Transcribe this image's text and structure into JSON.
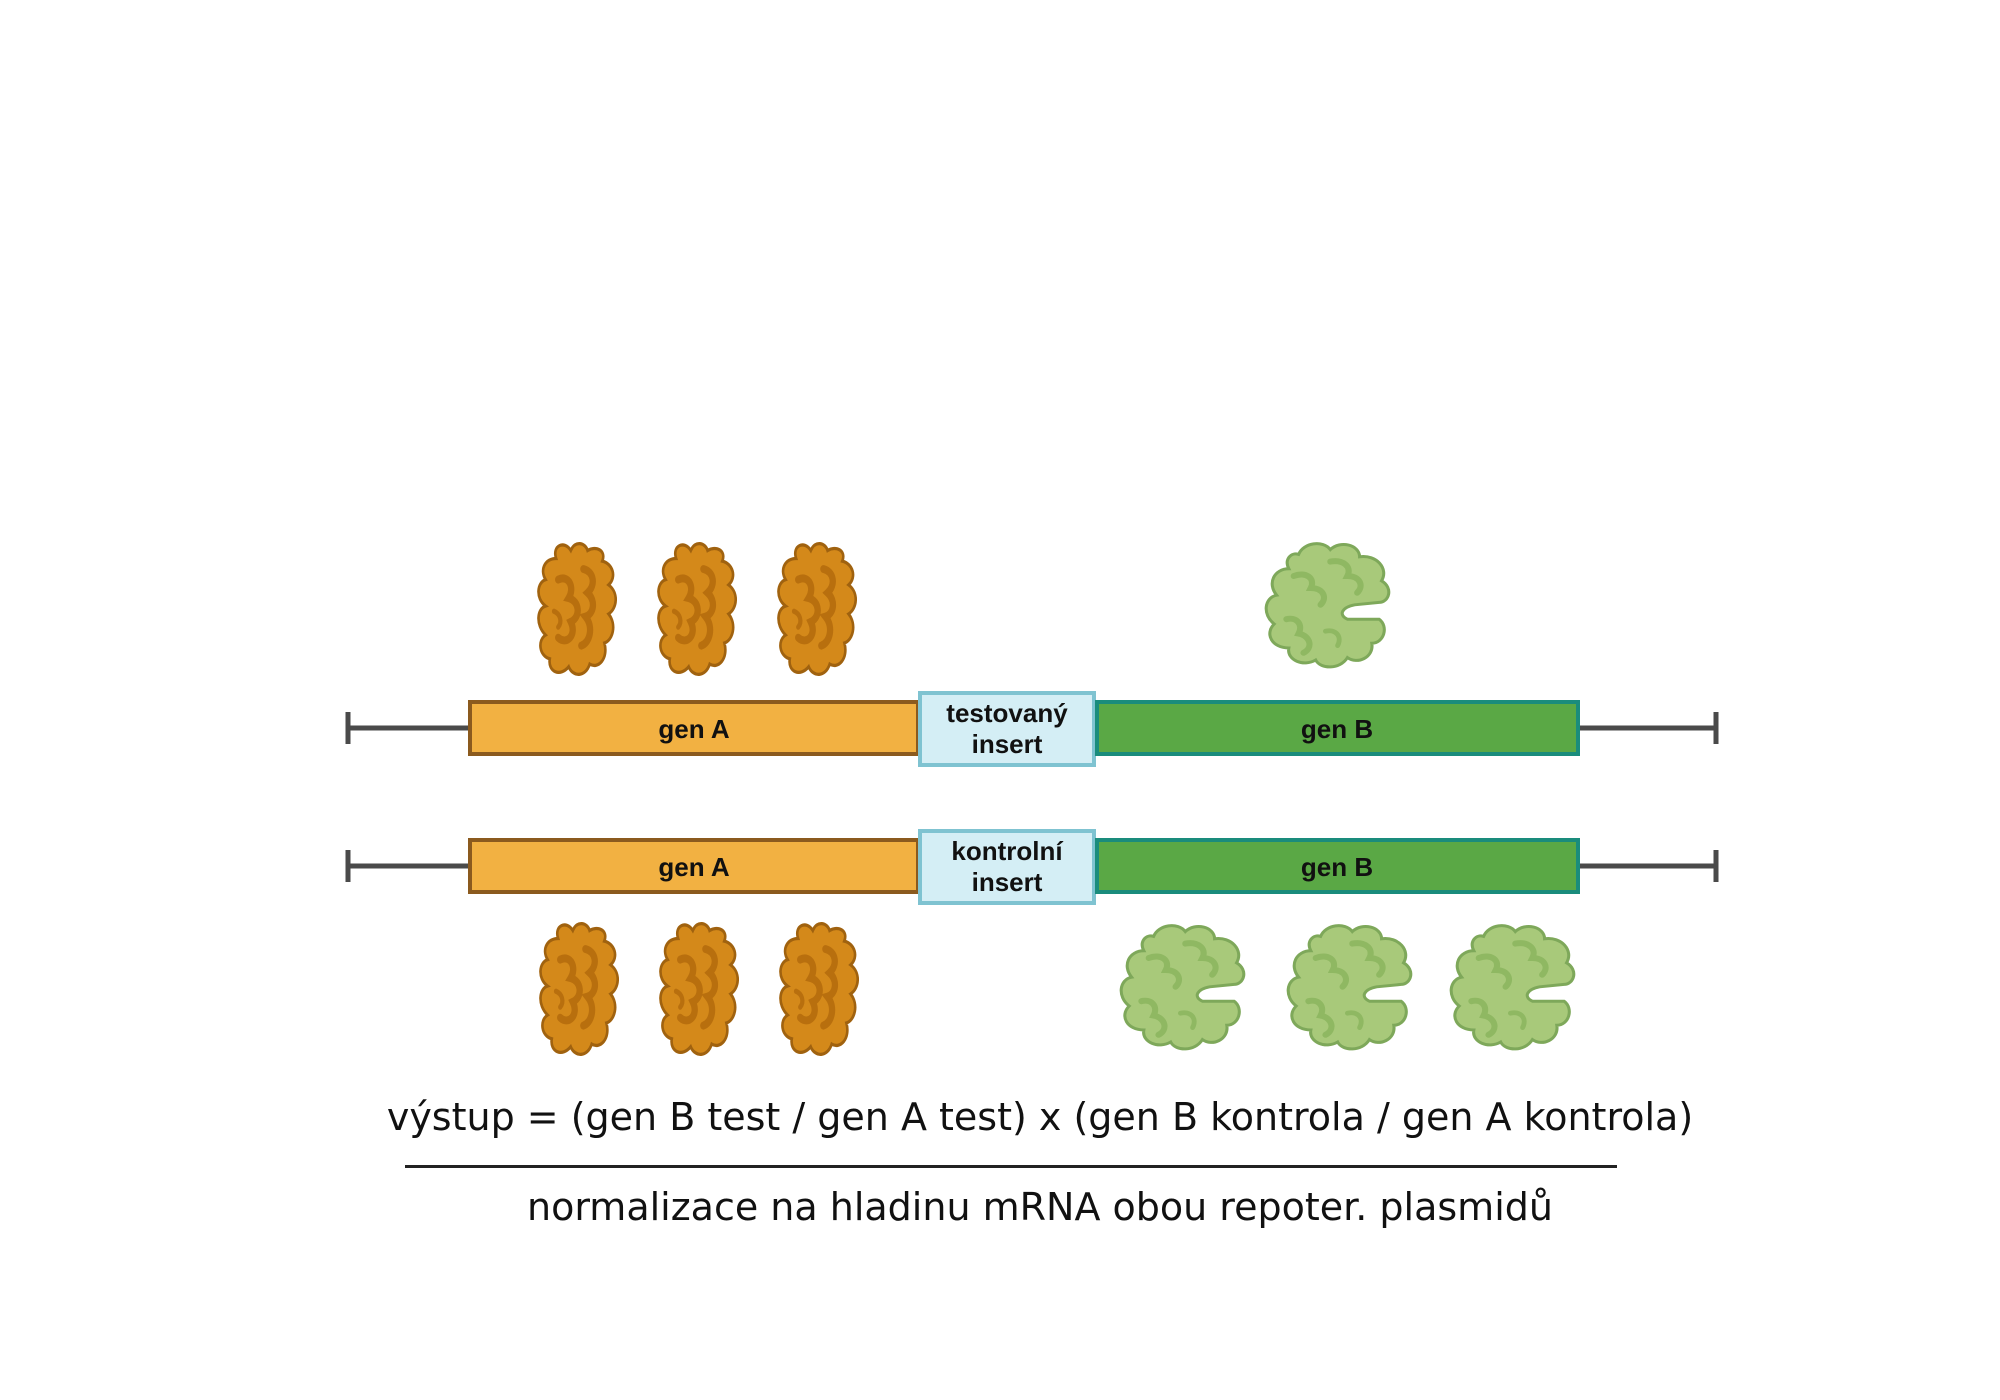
{
  "colors": {
    "gene_a_fill": "#f2b142",
    "gene_a_stroke": "#8b5a1e",
    "gene_b_fill": "#5aa845",
    "gene_b_stroke": "#1a8c7c",
    "insert_fill": "#d4eef5",
    "insert_stroke": "#7fc3d1",
    "backbone": "#4a4a4a",
    "protein_a_fill": "#d4891a",
    "protein_a_dark": "#b86f0e",
    "protein_a_stroke": "#a0620f",
    "protein_b_fill": "#a8c97a",
    "protein_b_dark": "#8fb862",
    "protein_b_stroke": "#7ea85a"
  },
  "constructs": [
    {
      "gene_a_label": "gen A",
      "insert_label_line1": "testovaný",
      "insert_label_line2": "insert",
      "gene_b_label": "gen B",
      "protein_a_count": 3,
      "protein_b_count": 1
    },
    {
      "gene_a_label": "gen A",
      "insert_label_line1": "kontrolní",
      "insert_label_line2": "insert",
      "gene_b_label": "gen B",
      "protein_a_count": 3,
      "protein_b_count": 3
    }
  ],
  "formula": {
    "numerator": "výstup = (gen B test / gen A test) x (gen B kontrola / gen A kontrola)",
    "denominator": "normalizace na hladinu mRNA obou repoter. plasmidů"
  },
  "icons": {
    "protein_a": "protein-blob-orange-icon",
    "protein_b": "protein-blob-green-icon"
  }
}
